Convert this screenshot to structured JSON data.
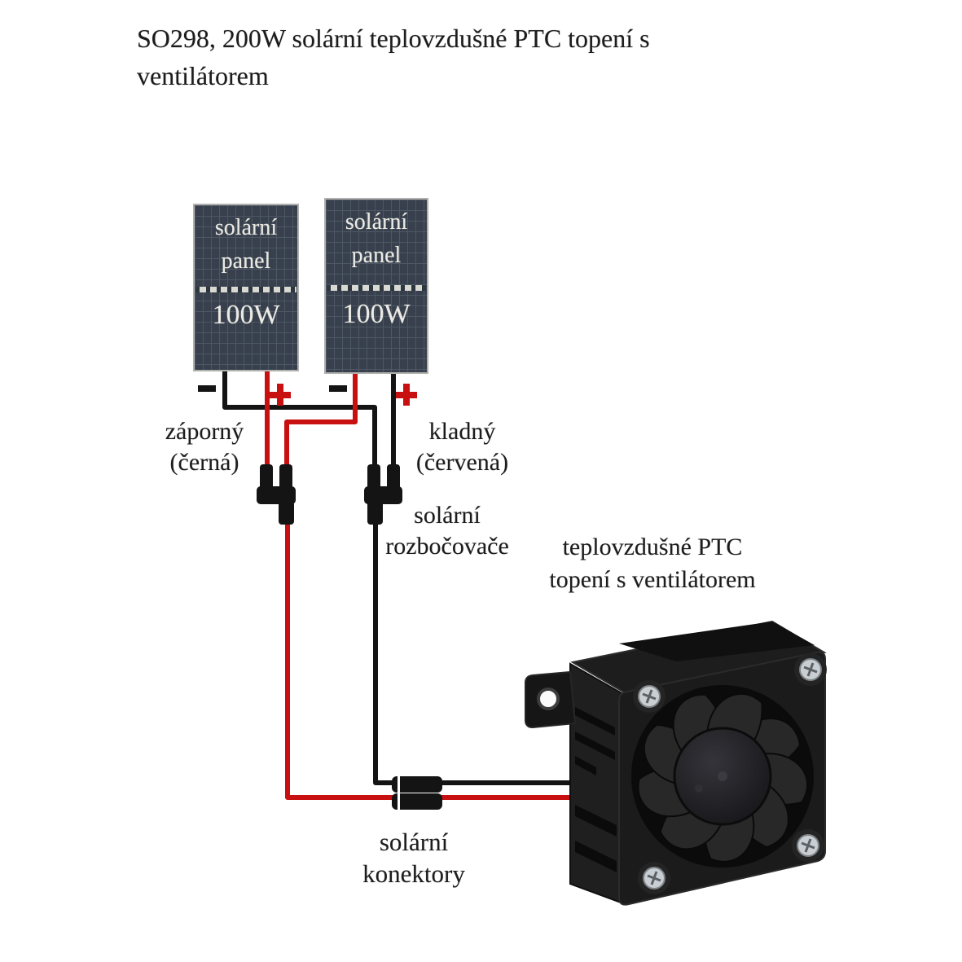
{
  "title": {
    "line1": "SO298, 200W solární teplovzdušné PTC topení s",
    "line2": "ventilátorem"
  },
  "panels": [
    {
      "label_line1": "solární",
      "label_line2": "panel",
      "power": "100W"
    },
    {
      "label_line1": "solární",
      "label_line2": "panel",
      "power": "100W"
    }
  ],
  "wire_labels": {
    "negative_line1": "záporný",
    "negative_line2": "(černá)",
    "positive_line1": "kladný",
    "positive_line2": "(červená)"
  },
  "splitter_label": {
    "line1": "solární",
    "line2": "rozbočovače"
  },
  "heater_label": {
    "line1": "teplovzdušné PTC",
    "line2": "topení s ventilátorem"
  },
  "connector_label": {
    "line1": "solární",
    "line2": "konektory"
  },
  "icons": {
    "plus": "+",
    "minus": "−",
    "solar-panel": "grid-rectangle",
    "t-splitter": "black-y-branch",
    "solar-connector": "black-barrel",
    "ptc-heater-fan": "black-axial-fan"
  },
  "colors": {
    "wire_negative": "#141414",
    "wire_positive": "#c81010",
    "panel_fill": "#37404c",
    "panel_grid": "#4d5864",
    "panel_border": "#b0b0ae",
    "panel_divider": "#d9d9d3",
    "panel_text": "#eceae4",
    "text": "#1c1c1c",
    "screw": "#c9ced3"
  }
}
